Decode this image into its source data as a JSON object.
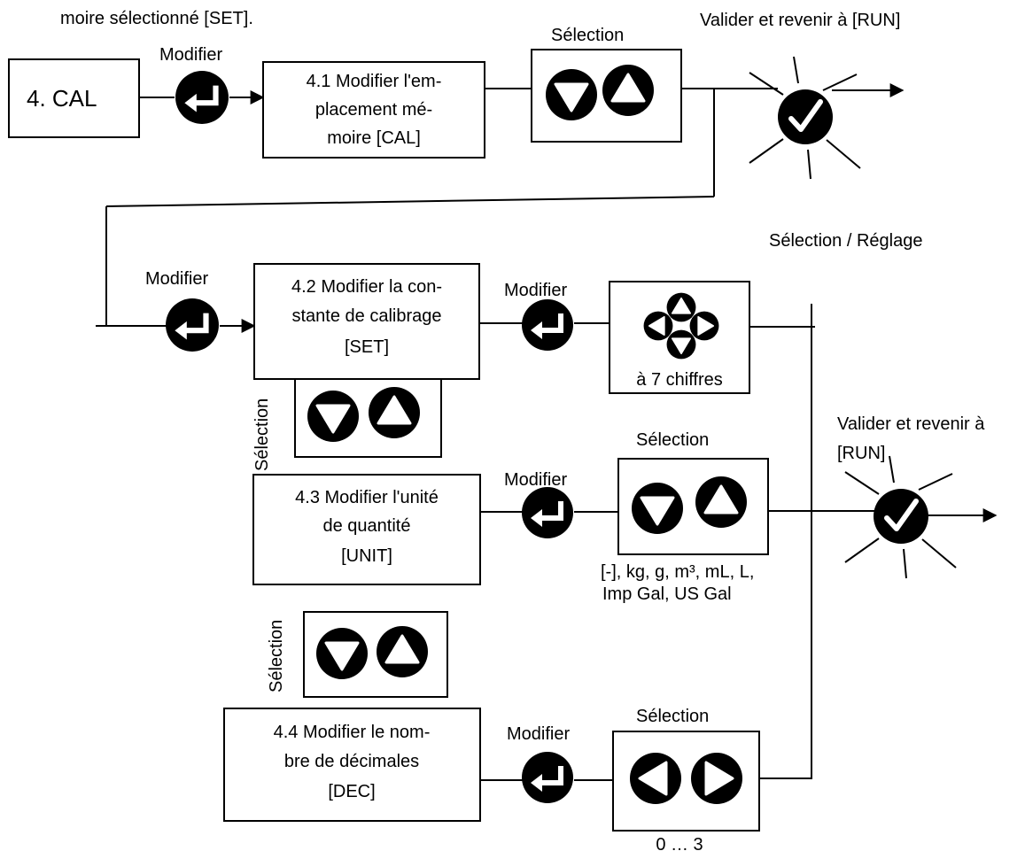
{
  "header_fragment": "moire sélectionné [SET].",
  "steps": {
    "cal": "4. CAL",
    "s41": [
      "4.1 Modifier l'em-",
      "placement mé-",
      "moire [CAL]"
    ],
    "s42": [
      "4.2 Modifier la con-",
      "stante de calibrage",
      "[SET]"
    ],
    "s43": [
      "4.3 Modifier l'unité",
      "de quantité",
      "[UNIT]"
    ],
    "s44": [
      "4.4 Modifier le nom-",
      "bre de décimales",
      "[DEC]"
    ]
  },
  "labels": {
    "modifier": "Modifier",
    "selection": "Sélection",
    "selection_reglage": "Sélection / Réglage",
    "valider_top": "Valider et revenir à [RUN]",
    "valider_right": [
      "Valider et revenir à",
      "[RUN]"
    ],
    "digits": "à 7 chiffres",
    "units": [
      "[-], kg, g, m³, mL, L,",
      "Imp Gal, US Gal"
    ],
    "decimals_range": "0 … 3"
  },
  "icons": {
    "enter": "enter-key-icon",
    "up": "arrow-up-icon",
    "down": "arrow-down-icon",
    "left": "arrow-left-icon",
    "right": "arrow-right-icon",
    "confirm": "checkmark-confirm-icon"
  }
}
